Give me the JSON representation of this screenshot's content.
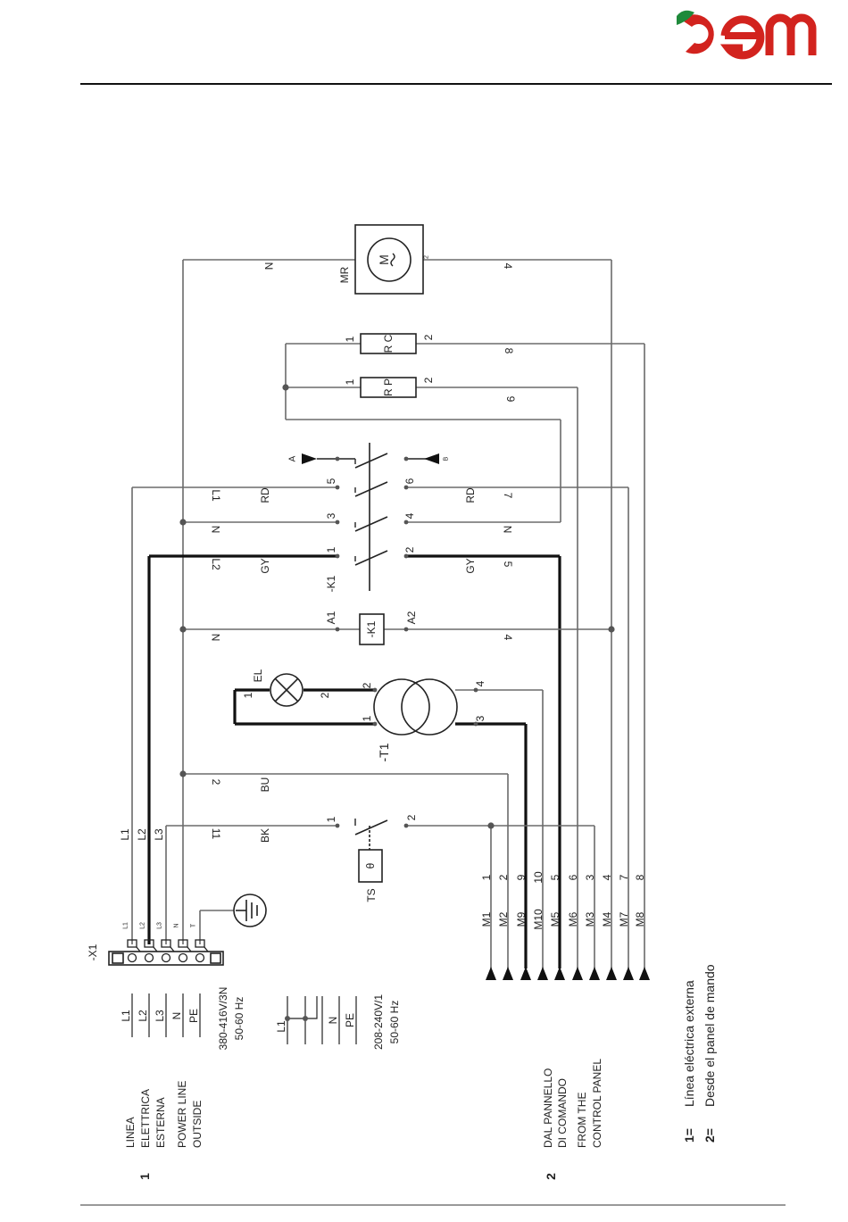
{
  "header": {
    "logo_text": "oem",
    "logo_green": "#1f8a3b",
    "logo_red": "#d2231e"
  },
  "components": {
    "motor": "MR",
    "rc": "R C",
    "rp": "R P",
    "k1": "-K1",
    "k1_coil": "-K1",
    "t1": "-T1",
    "lamp": "EL",
    "thermostat": "TS",
    "thermo_symbol": "θ",
    "terminal": "-X1",
    "sw_a": "A",
    "sw_b": "B"
  },
  "terminals": [
    "L1",
    "L2",
    "L3",
    "N",
    "T"
  ],
  "wire_labels": {
    "motor_left": "N",
    "motor_right": "4",
    "rc_right": "8",
    "rp_right": "9",
    "c56_left": "L1",
    "c56_left_color": "RD",
    "c56_right_color": "RD",
    "c56_right": "7",
    "c34_left": "N",
    "c34_right": "N",
    "c12_left": "L2",
    "c12_left_color": "GY",
    "c12_right_color": "GY",
    "c12_right": "5",
    "coil_left": "N",
    "coil_right": "4",
    "t1_left": "2",
    "t1_left_color": "BU",
    "ts_left": "11",
    "ts_left_color": "BK",
    "x1_l1": "L1",
    "x1_l2": "L2",
    "x1_l3": "L3"
  },
  "pins": {
    "one": "1",
    "two": "2",
    "three": "3",
    "four": "4",
    "five": "5",
    "six": "6",
    "a1": "A1",
    "a2": "A2"
  },
  "bottom_wires": [
    {
      "m": "M1",
      "n": "1"
    },
    {
      "m": "M2",
      "n": "2"
    },
    {
      "m": "M9",
      "n": "9"
    },
    {
      "m": "M10",
      "n": "10"
    },
    {
      "m": "M5",
      "n": "5"
    },
    {
      "m": "M6",
      "n": "6"
    },
    {
      "m": "M3",
      "n": "3"
    },
    {
      "m": "M4",
      "n": "4"
    },
    {
      "m": "M7",
      "n": "7"
    },
    {
      "m": "M8",
      "n": "8"
    }
  ],
  "supply": {
    "three_phase": [
      "L1",
      "L2",
      "L3",
      "N",
      "PE"
    ],
    "three_phase_volt": "380-416V/3N",
    "three_phase_freq": "50-60 Hz",
    "single_phase": [
      "L1",
      "N",
      "PE"
    ],
    "single_phase_volt": "208-240V/1",
    "single_phase_freq": "50-60 Hz"
  },
  "legend": {
    "n1": "1",
    "l1a": "LINEA",
    "l1b": "ELETTRICA",
    "l1c": "ESTERNA",
    "l1d": "POWER LINE",
    "l1e": "OUTSIDE",
    "n2": "2",
    "l2a": "DAL PANNELLO",
    "l2b": "DI COMANDO",
    "l2c": "FROM THE",
    "l2d": "CONTROL PANEL",
    "k1": "1=",
    "k2": "2=",
    "v1": "Línea eléctrica externa",
    "v2": "Desde el panel de mando"
  }
}
